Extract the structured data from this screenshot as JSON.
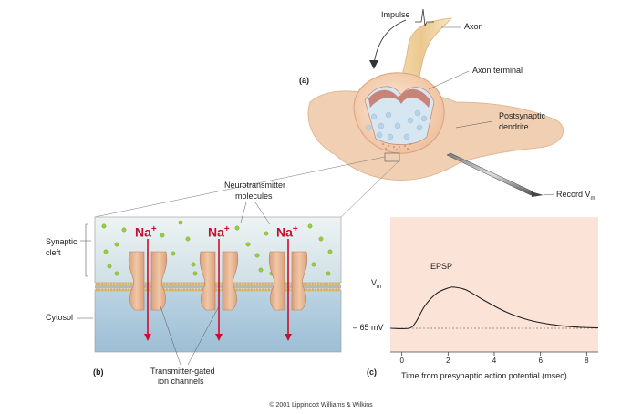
{
  "panel_a": {
    "marker": "(a)",
    "labels": {
      "impulse": "Impulse",
      "axon": "Axon",
      "axon_terminal": "Axon terminal",
      "postsynaptic_line1": "Postsynaptic",
      "postsynaptic_line2": "dendrite",
      "record": "Record V",
      "record_sub": "m"
    }
  },
  "panel_b": {
    "marker": "(b)",
    "labels": {
      "neurotransmitter_line1": "Neurotransmitter",
      "neurotransmitter_line2": "molecules",
      "synaptic_line1": "Synaptic",
      "synaptic_line2": "cleft",
      "cytosol": "Cytosol",
      "channels_line1": "Transmitter-gated",
      "channels_line2": "ion channels"
    },
    "ion": {
      "symbol": "Na",
      "charge": "+"
    }
  },
  "panel_c": {
    "marker": "(c)"
  },
  "chart_data": {
    "type": "line",
    "xlabel": "Time from presynaptic action potential (msec)",
    "ylabel": "V",
    "ylabel_sub": "m",
    "x_ticks": [
      0,
      2,
      4,
      6,
      8
    ],
    "xlim": [
      -0.5,
      8.5
    ],
    "baseline_label": "– 65 mV",
    "annotation": "EPSP",
    "series": [
      {
        "x": [
          -0.5,
          0.3,
          0.6,
          1.0,
          1.5,
          2.0,
          2.3,
          2.8,
          3.5,
          4.5,
          5.5,
          6.5,
          7.5,
          8.5
        ],
        "y": [
          0,
          0,
          0.15,
          0.55,
          0.85,
          0.98,
          1.0,
          0.93,
          0.7,
          0.4,
          0.2,
          0.09,
          0.03,
          0.01
        ]
      }
    ],
    "colors": {
      "background": "#fbe3d8",
      "curve": "#222222"
    }
  },
  "copyright": "© 2001 Lippincott Williams & Wilkins"
}
